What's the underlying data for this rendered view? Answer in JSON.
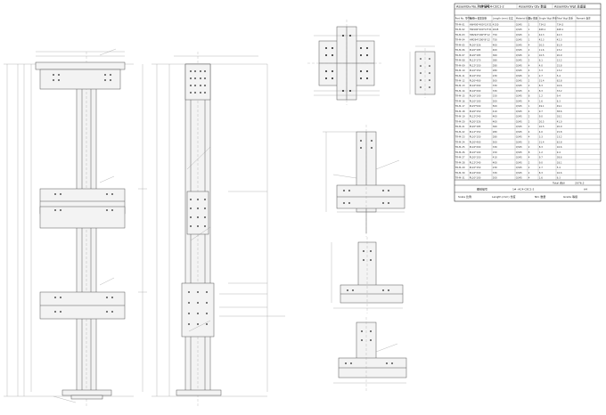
{
  "bom": {
    "title_left": "Assembly No. 构件编号",
    "title_mid": "1# -AC4-CEC1-2",
    "title_right1": "Assembly Qty 数量",
    "title_right2": "Assembly Wgt 总重量",
    "col_headers": [
      "Part No. 零件编号",
      "Profile 截面规格",
      "Length (mm) 长度",
      "Material 材质",
      "Qty 数量",
      "Single Wgt 单重",
      "Total Wgt 总重",
      "Remark 备注"
    ],
    "rows": [
      [
        "TR-M-01",
        "HW400*400*13*21",
        "4150",
        "Q345",
        "1",
        "734.3",
        "734.3",
        ""
      ],
      [
        "TR-M-02",
        "HW400*400*13*21",
        "2645",
        "Q345",
        "1",
        "468.1",
        "468.1",
        ""
      ],
      [
        "TR-M-03",
        "HM294*200*8*12",
        "750",
        "Q345",
        "1",
        "42.3",
        "42.3",
        ""
      ],
      [
        "TR-M-04",
        "HM294*200*8*12",
        "750",
        "Q345",
        "1",
        "42.3",
        "42.3",
        ""
      ],
      [
        "TR-M-05",
        "PL20*326",
        "400",
        "Q345",
        "4",
        "20.5",
        "81.9",
        ""
      ],
      [
        "TR-M-06",
        "PL20*185",
        "400",
        "Q345",
        "2",
        "11.6",
        "23.2",
        ""
      ],
      [
        "TR-M-07",
        "PL20*185",
        "360",
        "Q345",
        "2",
        "10.5",
        "20.9",
        ""
      ],
      [
        "TR-M-08",
        "PL12*170",
        "380",
        "Q345",
        "2",
        "6.1",
        "12.2",
        ""
      ],
      [
        "TR-M-09",
        "PL12*150",
        "280",
        "Q345",
        "4",
        "4.0",
        "15.8",
        ""
      ],
      [
        "TR-M-10",
        "PL10*150",
        "280",
        "Q345",
        "4",
        "3.3",
        "13.2",
        ""
      ],
      [
        "TR-M-11",
        "PL10*150",
        "230",
        "Q345",
        "2",
        "2.7",
        "5.4",
        ""
      ],
      [
        "TR-M-12",
        "PL20*400",
        "500",
        "Q345",
        "2",
        "31.4",
        "62.8",
        ""
      ],
      [
        "TR-M-13",
        "PL16*200",
        "330",
        "Q345",
        "2",
        "8.3",
        "16.6",
        ""
      ],
      [
        "TR-M-14",
        "PL16*200",
        "330",
        "Q345",
        "4",
        "8.3",
        "33.2",
        ""
      ],
      [
        "TR-M-15",
        "PL10*100",
        "150",
        "Q345",
        "8",
        "1.2",
        "9.4",
        ""
      ],
      [
        "TR-M-16",
        "PL10*100",
        "200",
        "Q345",
        "4",
        "1.6",
        "6.3",
        ""
      ],
      [
        "TR-M-17",
        "PL25*500",
        "500",
        "Q345",
        "1",
        "49.1",
        "49.1",
        ""
      ],
      [
        "TR-M-18",
        "PL20*150",
        "410",
        "Q345",
        "4",
        "9.7",
        "38.6",
        ""
      ],
      [
        "TR-M-19",
        "PL12*240",
        "400",
        "Q345",
        "2",
        "9.0",
        "18.1",
        ""
      ],
      [
        "TR-M-20",
        "PL20*326",
        "400",
        "Q345",
        "2",
        "20.5",
        "41.0",
        ""
      ],
      [
        "TR-M-21",
        "PL20*185",
        "360",
        "Q345",
        "2",
        "10.5",
        "20.9",
        ""
      ],
      [
        "TR-M-22",
        "PL12*150",
        "280",
        "Q345",
        "4",
        "4.0",
        "15.8",
        ""
      ],
      [
        "TR-M-23",
        "PL10*150",
        "280",
        "Q345",
        "4",
        "3.3",
        "13.2",
        ""
      ],
      [
        "TR-M-24",
        "PL20*400",
        "500",
        "Q345",
        "2",
        "31.4",
        "62.8",
        ""
      ],
      [
        "TR-M-25",
        "PL16*200",
        "330",
        "Q345",
        "2",
        "8.3",
        "16.6",
        ""
      ],
      [
        "TR-M-26",
        "PL10*100",
        "150",
        "Q345",
        "8",
        "1.2",
        "9.4",
        ""
      ],
      [
        "TR-M-27",
        "PL20*150",
        "410",
        "Q345",
        "4",
        "9.7",
        "38.6",
        ""
      ],
      [
        "TR-M-28",
        "PL12*240",
        "400",
        "Q345",
        "2",
        "9.0",
        "18.1",
        ""
      ],
      [
        "TR-M-29",
        "PL10*150",
        "230",
        "Q345",
        "2",
        "2.7",
        "5.4",
        ""
      ],
      [
        "TR-M-30",
        "PL16*200",
        "330",
        "Q345",
        "2",
        "8.3",
        "16.6",
        ""
      ],
      [
        "TR-M-31",
        "PL10*100",
        "200",
        "Q345",
        "4",
        "1.6",
        "6.3",
        ""
      ]
    ],
    "total_label": "Total 合计",
    "total_value": "2076.2",
    "footer": {
      "mark_label": "图纸编号",
      "mark_value": "1# -AC4-CEC1-2",
      "sheet": "A4",
      "scale_left": "Scale 比例",
      "length_label": "Length (mm) 长度",
      "no_label": "NO. 数量",
      "grade_label": "Grade 等级"
    }
  }
}
